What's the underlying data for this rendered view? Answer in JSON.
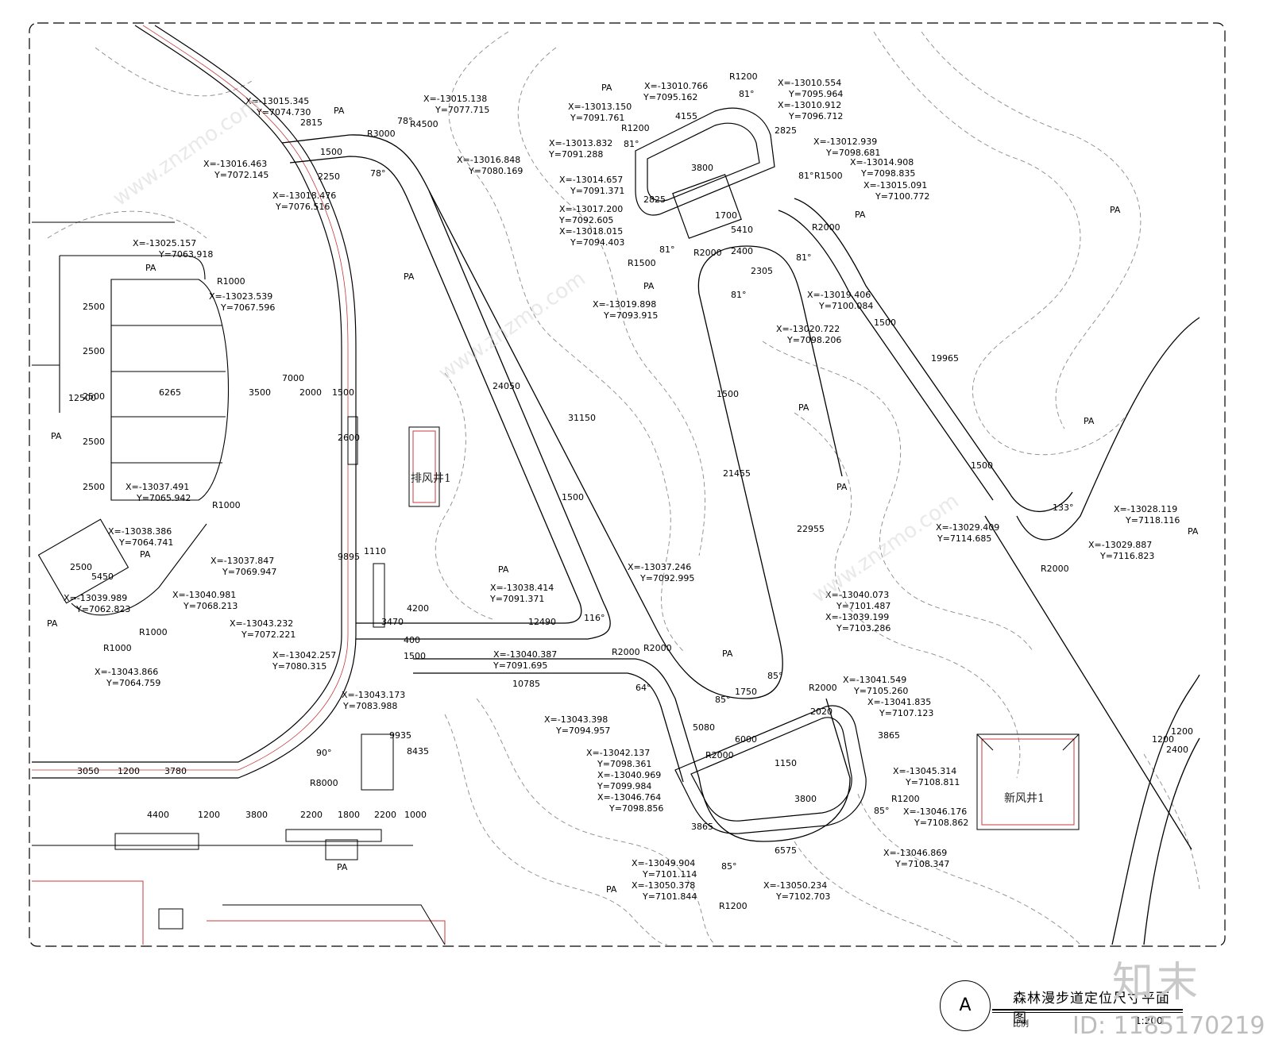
{
  "coordinates": [
    {
      "x": "X=-13015.345",
      "y": "Y=7074.730"
    },
    {
      "x": "X=-13015.138",
      "y": "Y=7077.715"
    },
    {
      "x": "X=-13016.463",
      "y": "Y=7072.145"
    },
    {
      "x": "X=-13016.848",
      "y": "Y=7080.169"
    },
    {
      "x": "X=-13018.476",
      "y": "Y=7076.516"
    },
    {
      "x": "X=-13025.157",
      "y": "Y=7063.918"
    },
    {
      "x": "X=-13023.539",
      "y": "Y=7067.596"
    },
    {
      "x": "X=-13037.491",
      "y": "Y=7065.942"
    },
    {
      "x": "X=-13038.386",
      "y": "Y=7064.741"
    },
    {
      "x": "X=-13037.847",
      "y": "Y=7069.947"
    },
    {
      "x": "X=-13039.989",
      "y": "Y=7062.823"
    },
    {
      "x": "X=-13040.981",
      "y": "Y=7068.213"
    },
    {
      "x": "X=-13043.232",
      "y": "Y=7072.221"
    },
    {
      "x": "X=-13042.257",
      "y": "Y=7080.315"
    },
    {
      "x": "X=-13043.866",
      "y": "Y=7064.759"
    },
    {
      "x": "X=-13043.173",
      "y": "Y=7083.988"
    },
    {
      "x": "X=-13010.766",
      "y": "Y=7095.162"
    },
    {
      "x": "X=-13010.554",
      "y": "Y=7095.964"
    },
    {
      "x": "X=-13010.912",
      "y": "Y=7096.712"
    },
    {
      "x": "X=-13013.150",
      "y": "Y=7091.761"
    },
    {
      "x": "X=-13013.832",
      "y": "Y=7091.288"
    },
    {
      "x": "X=-13012.939",
      "y": "Y=7098.681"
    },
    {
      "x": "X=-13014.908",
      "y": "Y=7098.835"
    },
    {
      "x": "X=-13014.657",
      "y": "Y=7091.371"
    },
    {
      "x": "X=-13015.091",
      "y": "Y=7100.772"
    },
    {
      "x": "X=-13017.200",
      "y": "Y=7092.605"
    },
    {
      "x": "X=-13018.015",
      "y": "Y=7094.403"
    },
    {
      "x": "X=-13019.406",
      "y": "Y=7100.084"
    },
    {
      "x": "X=-13019.898",
      "y": "Y=7093.915"
    },
    {
      "x": "X=-13020.722",
      "y": "Y=7098.206"
    },
    {
      "x": "X=-13037.246",
      "y": "Y=7092.995"
    },
    {
      "x": "X=-13038.414",
      "y": "Y=7091.371"
    },
    {
      "x": "X=-13040.387",
      "y": "Y=7091.695"
    },
    {
      "x": "X=-13040.073",
      "y": "Y=7101.487"
    },
    {
      "x": "X=-13039.199",
      "y": "Y=7103.286"
    },
    {
      "x": "X=-13041.549",
      "y": "Y=7105.260"
    },
    {
      "x": "X=-13041.835",
      "y": "Y=7107.123"
    },
    {
      "x": "X=-13043.398",
      "y": "Y=7094.957"
    },
    {
      "x": "X=-13042.137",
      "y": "Y=7098.361"
    },
    {
      "x": "X=-13040.969",
      "y": "Y=7099.984"
    },
    {
      "x": "X=-13046.764",
      "y": "Y=7098.856"
    },
    {
      "x": "X=-13045.314",
      "y": "Y=7108.811"
    },
    {
      "x": "X=-13046.176",
      "y": "Y=7108.862"
    },
    {
      "x": "X=-13046.869",
      "y": "Y=7108.347"
    },
    {
      "x": "X=-13049.904",
      "y": "Y=7101.114"
    },
    {
      "x": "X=-13050.378",
      "y": "Y=7101.844"
    },
    {
      "x": "X=-13050.234",
      "y": "Y=7102.703"
    },
    {
      "x": "X=-13028.119",
      "y": "Y=7118.116"
    },
    {
      "x": "X=-13029.409",
      "y": "Y=7114.685"
    },
    {
      "x": "X=-13029.887",
      "y": "Y=7116.823"
    }
  ],
  "dimensions": [
    "2815",
    "1500",
    "2250",
    "R3000",
    "78°",
    "R4500",
    "78°",
    "R1000",
    "2500",
    "2500",
    "2500",
    "2500",
    "2500",
    "12500",
    "6265",
    "3500",
    "2000",
    "1500",
    "7000",
    "R1000",
    "2500",
    "5450",
    "R1000",
    "R1000",
    "2600",
    "9895",
    "1110",
    "3470",
    "4200",
    "1500",
    "400",
    "9935",
    "8435",
    "3050",
    "1200",
    "3780",
    "4400",
    "1200",
    "3800",
    "2200",
    "1800",
    "2200",
    "1000",
    "R8000",
    "90°",
    "24050",
    "31150",
    "1500",
    "12490",
    "116°",
    "10785",
    "R2000",
    "R2000",
    "64°",
    "R1200",
    "81°",
    "4155",
    "2825",
    "R1200",
    "81°",
    "3800",
    "2825",
    "1700",
    "5410",
    "2400",
    "81°",
    "R1500",
    "R2000",
    "R1500",
    "81°",
    "2305",
    "81°",
    "81°",
    "1500",
    "21455",
    "22955",
    "1500",
    "19965",
    "R2000",
    "1500",
    "85°",
    "1750",
    "85°",
    "R2000",
    "2020",
    "5080",
    "6000",
    "1150",
    "3865",
    "3800",
    "R2000",
    "85°",
    "R1200",
    "3865",
    "6575",
    "85°",
    "R1200",
    "133°",
    "R2000",
    "1200",
    "1200",
    "2400"
  ],
  "area_labels": [
    "PA",
    "PA",
    "PA",
    "PA",
    "PA",
    "PA",
    "PA",
    "PA",
    "PA",
    "PA",
    "PA",
    "PA",
    "PA",
    "PA",
    "PA",
    "PA",
    "PA",
    "PA"
  ],
  "structures": {
    "vent_shaft_1": "排风井1",
    "new_vent_shaft_1": "新风井1"
  },
  "title_block": {
    "section_mark": "A",
    "title": "森林漫步道定位尺寸平面图",
    "scale_label": "比例",
    "scale": "1:200"
  },
  "watermark": {
    "logo": "知末",
    "id": "ID: 1185170219",
    "url": "www.znzmo.com"
  },
  "colors": {
    "line": "#000000",
    "contour": "#8a8a8a",
    "red_line": "#c83a3a"
  }
}
